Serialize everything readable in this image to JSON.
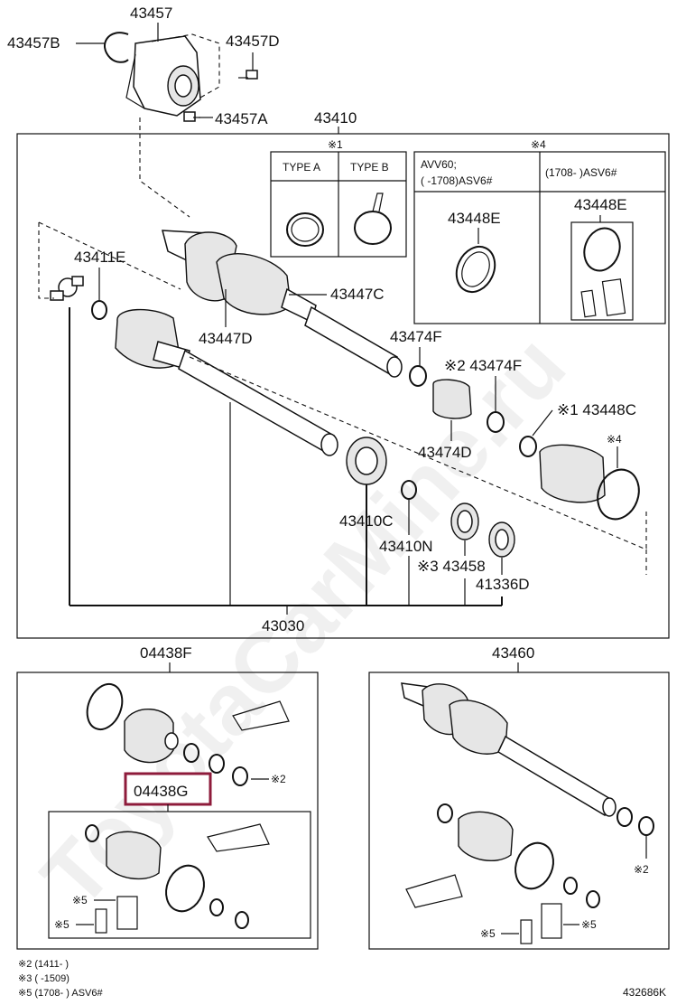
{
  "watermark": "ToyotaCarMine.ru",
  "diagram_id": "432686K",
  "colors": {
    "highlight": "#8e1b3b",
    "line": "#111111",
    "background": "#ffffff"
  },
  "labels": {
    "p43457": "43457",
    "p43457B": "43457B",
    "p43457D": "43457D",
    "p43457A": "43457A",
    "p43410": "43410",
    "p43411E": "43411E",
    "p43447C": "43447C",
    "p43447D": "43447D",
    "p43474F": "43474F",
    "p43474F2": "※2 43474F",
    "p43474D": "43474D",
    "p43448C": "※1 43448C",
    "p43410C": "43410C",
    "p43410N": "43410N",
    "p43458": "※3 43458",
    "p41336D": "41336D",
    "p43030": "43030",
    "p04438F": "04438F",
    "p04438G": "04438G",
    "p43460": "43460",
    "mark1": "※1",
    "mark4": "※4",
    "mark4b": "※4",
    "mark2": "※2",
    "mark2b": "※2",
    "mark5a": "※5",
    "mark5b": "※5",
    "mark5c": "※5"
  },
  "inset_type": {
    "col_a": "TYPE A",
    "col_b": "TYPE B"
  },
  "inset_avv": {
    "left_line1": "AVV60;",
    "left_line2": "(        -1708)ASV6#",
    "right_line1": "(1708-        )ASV6#",
    "left_part": "43448E",
    "right_part": "43448E"
  },
  "footnotes": {
    "n2": "※2 (1411-        )",
    "n3": "※3 (        -1509)",
    "n5": "※5 (1708-        ) ASV6#"
  }
}
